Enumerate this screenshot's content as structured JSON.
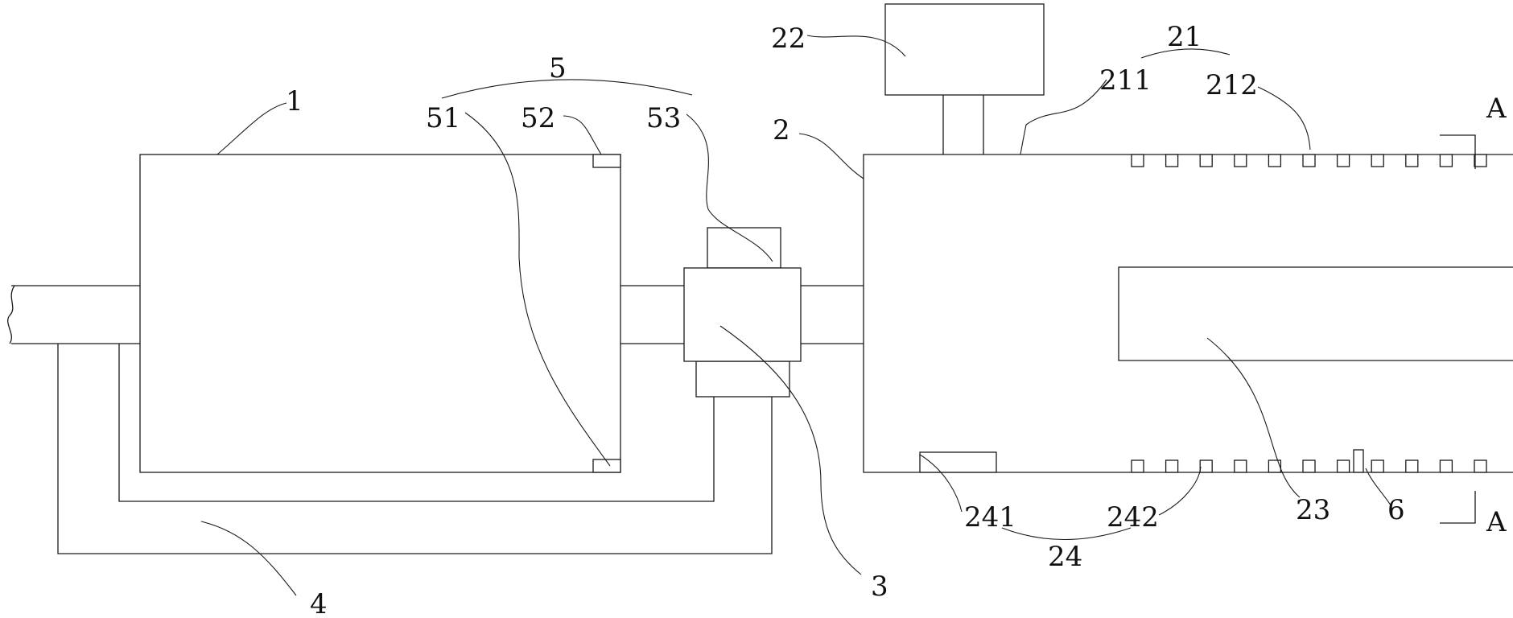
{
  "labels": {
    "l1": "1",
    "l2": "2",
    "l3": "3",
    "l4": "4",
    "l5": "5",
    "l51": "51",
    "l52": "52",
    "l53": "53",
    "l21": "21",
    "l211": "211",
    "l212": "212",
    "l22": "22",
    "l23": "23",
    "l24": "24",
    "l241": "241",
    "l242": "242",
    "l6": "6",
    "section_top": "A",
    "section_bottom": "A"
  },
  "colors": {
    "line": "#1a1a1a",
    "background": "#ffffff"
  }
}
